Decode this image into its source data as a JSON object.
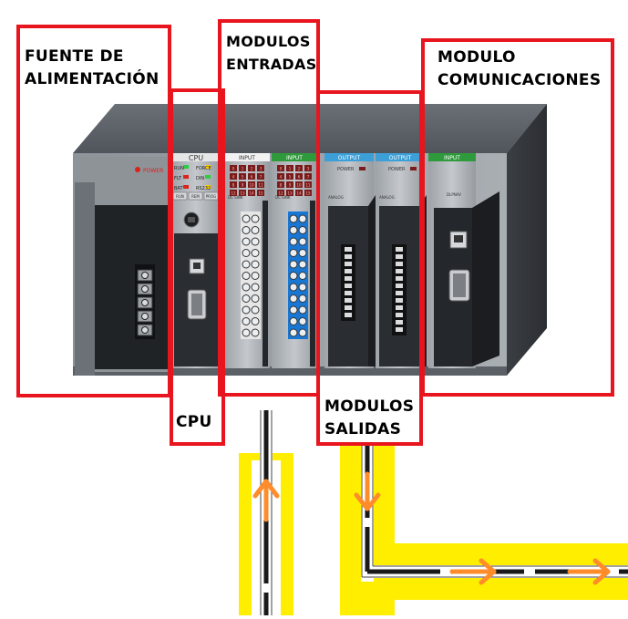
{
  "labels": {
    "fuente": [
      "FUENTE DE",
      "ALIMENTACIÓN"
    ],
    "cpu": "CPU",
    "entradas": [
      "MODULOS",
      "ENTRADAS"
    ],
    "salidas": [
      "MODULOS",
      "SALIDAS"
    ],
    "comunicaciones": [
      "MODULO",
      "COMUNICACIONES"
    ]
  },
  "plc": {
    "power_text": "POWER",
    "cpu_module": {
      "header": "CPU",
      "leds": [
        "RUN",
        "FORCE",
        "FLT",
        "DIN",
        "BAT",
        "RS232"
      ],
      "buttons": [
        "RUN",
        "REM",
        "PROG"
      ]
    },
    "input_modules": [
      {
        "header": "INPUT",
        "footer": "DC SINK",
        "header_color": "#f2f2f2",
        "terminal_color": "#e6e6e6"
      },
      {
        "header": "INPUT",
        "footer": "DC SINK",
        "header_color": "#2f9a3c",
        "terminal_color": "#1976d2"
      }
    ],
    "output_modules": [
      {
        "header": "OUTPUT",
        "status": "POWER",
        "footer": "ANALOG",
        "header_color": "#3c9fd8"
      },
      {
        "header": "OUTPUT",
        "status": "POWER",
        "footer": "ANALOG",
        "header_color": "#3c9fd8"
      }
    ],
    "comm_module": {
      "header": "INPUT",
      "footer": "DLPNAV",
      "header_color": "#2f9a3c"
    },
    "input_led_numbers": [
      "0",
      "1",
      "2",
      "3",
      "4",
      "5",
      "6",
      "7",
      "8",
      "9",
      "10",
      "11",
      "12",
      "13",
      "14",
      "15"
    ]
  },
  "colors": {
    "highlight_box": "#e8141e",
    "signal_path": "#ffee00",
    "arrow": "#ff8c2a",
    "chassis": "#4a4f55"
  }
}
